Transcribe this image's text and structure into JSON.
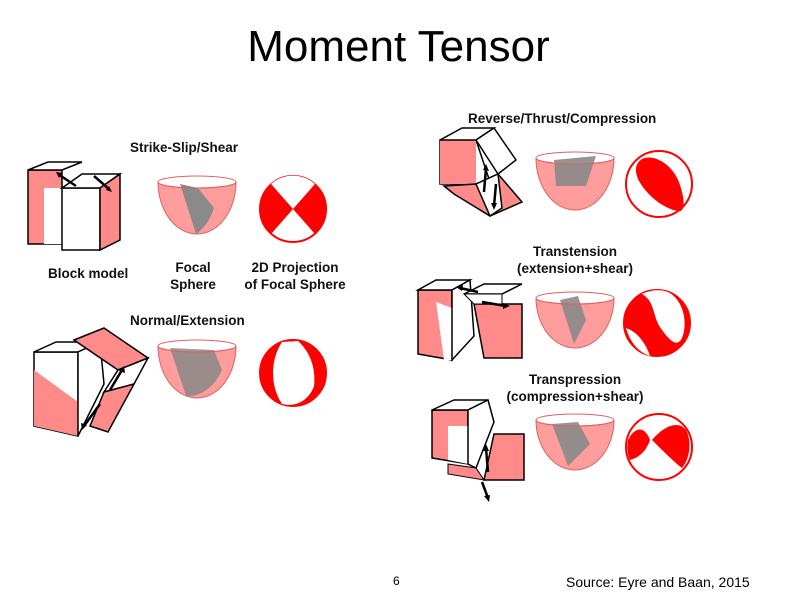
{
  "slide": {
    "title": "Moment Tensor",
    "page_number": "6",
    "source": "Source: Eyre and Baan, 2015"
  },
  "left_panel": {
    "strike_slip_label": "Strike-Slip/Shear",
    "block_model_label": "Block model",
    "focal_sphere_label_line1": "Focal",
    "focal_sphere_label_line2": "Sphere",
    "projection_label_line1": "2D Projection",
    "projection_label_line2": "of Focal Sphere",
    "normal_label": "Normal/Extension"
  },
  "right_panel": {
    "reverse_label": "Reverse/Thrust/Compression",
    "transtension_label_line1": "Transtension",
    "transtension_label_line2": "(extension+shear)",
    "transpression_label_line1": "Transpression",
    "transpression_label_line2": "(compression+shear)"
  },
  "colors": {
    "fault_red": "#ff0000",
    "block_pink": "#ff8a8a",
    "sphere_pink": "#ff9c9c",
    "sphere_grey": "#8a8a8a",
    "outline": "#000000"
  }
}
